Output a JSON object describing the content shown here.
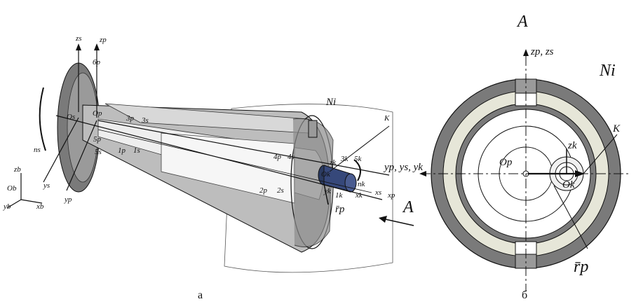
{
  "panel_a": {
    "caption": "а",
    "view_arrow_label": "A",
    "plane_label": "Ni",
    "point_label": "K",
    "vector_label": "r̄p",
    "axes": {
      "zs": "zs",
      "zp": "zp",
      "zb": "zb",
      "yb": "yb",
      "xb": "xb",
      "ob": "Ob",
      "ys": "ys",
      "yp": "yp",
      "xs": "xs",
      "xp": "xp",
      "xk": "xk",
      "yk": "yk",
      "zk": "zk",
      "os": "Os",
      "op": "Op",
      "ok": "Ok",
      "ns": "ns",
      "nk": "nk"
    },
    "surface_labels": [
      "6p",
      "3p",
      "3s",
      "5p",
      "5s",
      "1p",
      "1s",
      "4p",
      "4s",
      "3k",
      "5k",
      "2p",
      "2s",
      "1k"
    ]
  },
  "panel_b": {
    "caption": "б",
    "title": "A",
    "plane_label": "Ni",
    "point_label": "K",
    "axis_vertical": "zp, zs",
    "axis_horizontal": "yp, ys, yk",
    "center_label": "Op",
    "tool_center_label": "Ok",
    "zk_label": "zk",
    "vector_label": "r̄p"
  },
  "colors": {
    "line": "#111111",
    "dark": "#6f6f6f",
    "mid": "#a8a8a8",
    "light": "#e8e8dc",
    "pale": "#f4f4f4"
  }
}
